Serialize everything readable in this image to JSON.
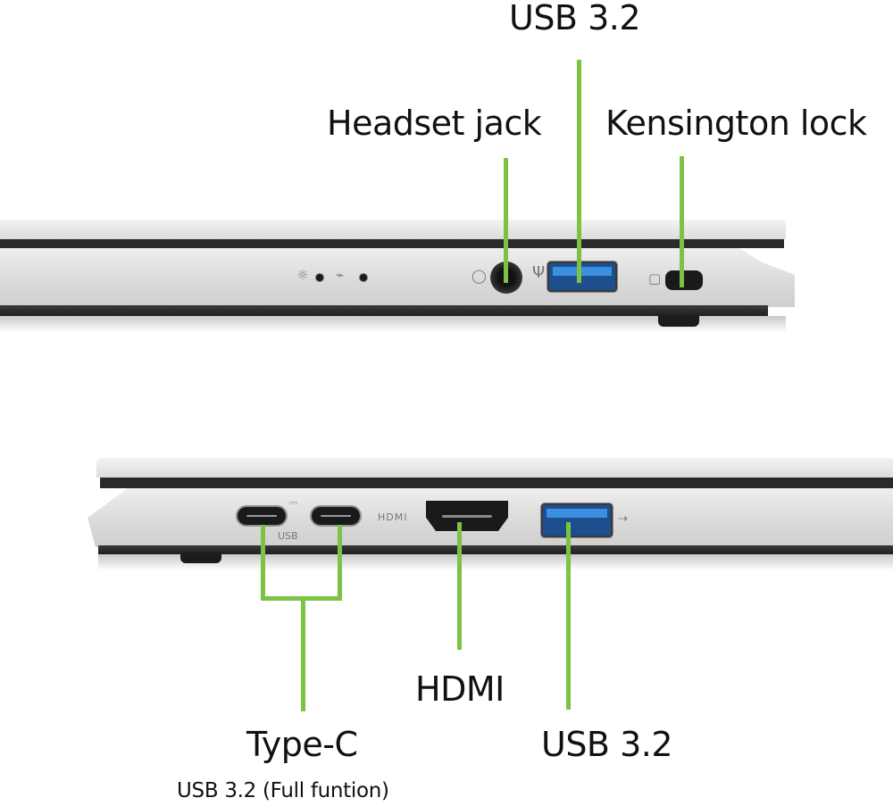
{
  "top_view": {
    "labels": {
      "usb_top": "USB 3.2",
      "headset": "Headset jack",
      "kensington": "Kensington lock"
    },
    "icons": [
      "brightness-icon",
      "battery-charging-icon",
      "headset-icon",
      "usb-icon",
      "lock-icon"
    ],
    "ports": [
      "Headset jack",
      "USB 3.2 Type-A",
      "Kensington lock slot"
    ]
  },
  "bottom_view": {
    "labels": {
      "type_c": "Type-C",
      "type_c_sub": "USB 3.2 (Full funtion)",
      "hdmi": "HDMI",
      "usb": "USB 3.2"
    },
    "port_markings": {
      "hdmi_text": "HDMI",
      "usb_logo_text": "USB"
    },
    "ports": [
      "USB Type-C",
      "USB Type-C",
      "HDMI",
      "USB 3.2 Type-A"
    ]
  },
  "colors": {
    "callout_line": "#7cc243",
    "usb_port_blue": "#1d4f8e",
    "chassis_silver": "#e2e2e2"
  }
}
